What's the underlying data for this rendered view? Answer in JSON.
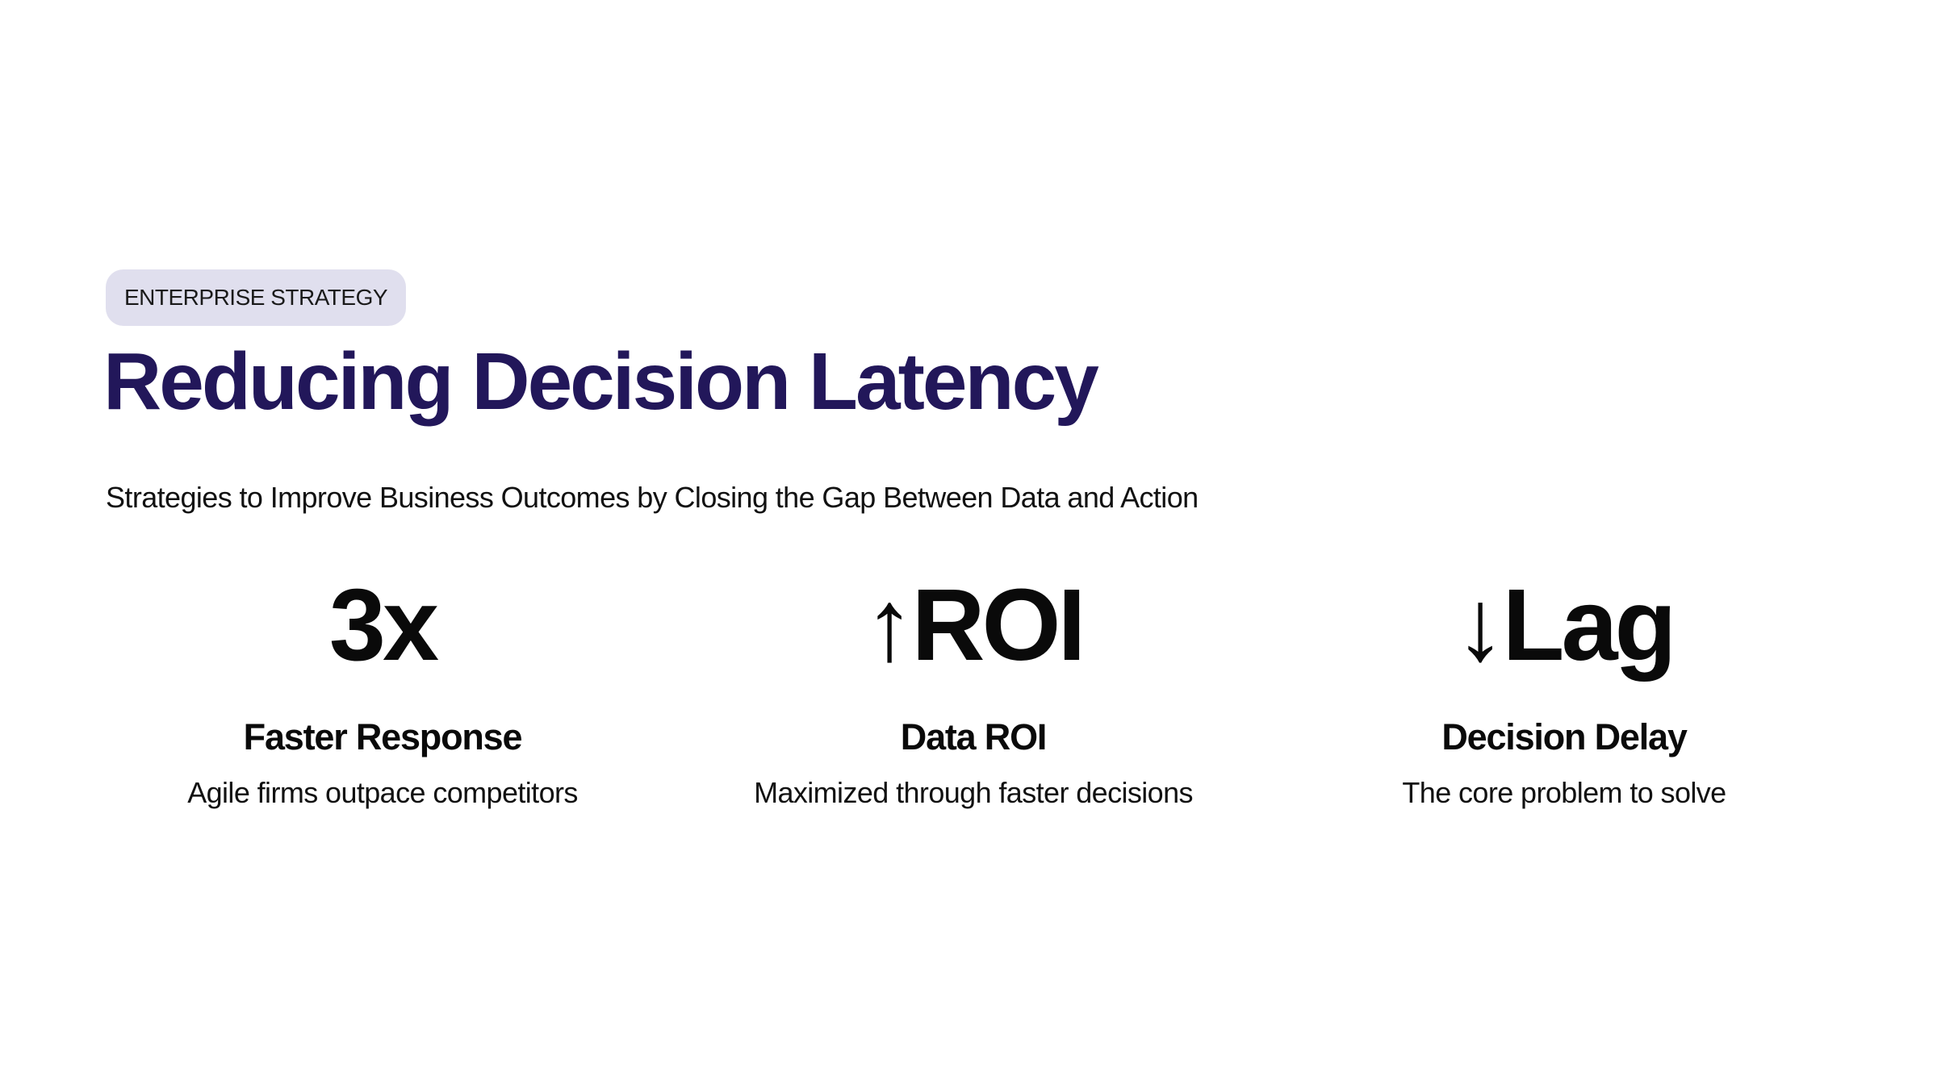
{
  "tag": "ENTERPRISE STRATEGY",
  "title": "Reducing Decision Latency",
  "subtitle": "Strategies to Improve Business Outcomes by Closing the Gap Between Data and Action",
  "colors": {
    "title": "#22175a",
    "tag_bg": "#e0dfee"
  },
  "stats": [
    {
      "value": "3x",
      "label": "Faster Response",
      "description": "Agile firms outpace competitors"
    },
    {
      "value": "↑ROI",
      "label": "Data ROI",
      "description": "Maximized through faster decisions"
    },
    {
      "value": "↓Lag",
      "label": "Decision Delay",
      "description": "The core problem to solve"
    }
  ]
}
